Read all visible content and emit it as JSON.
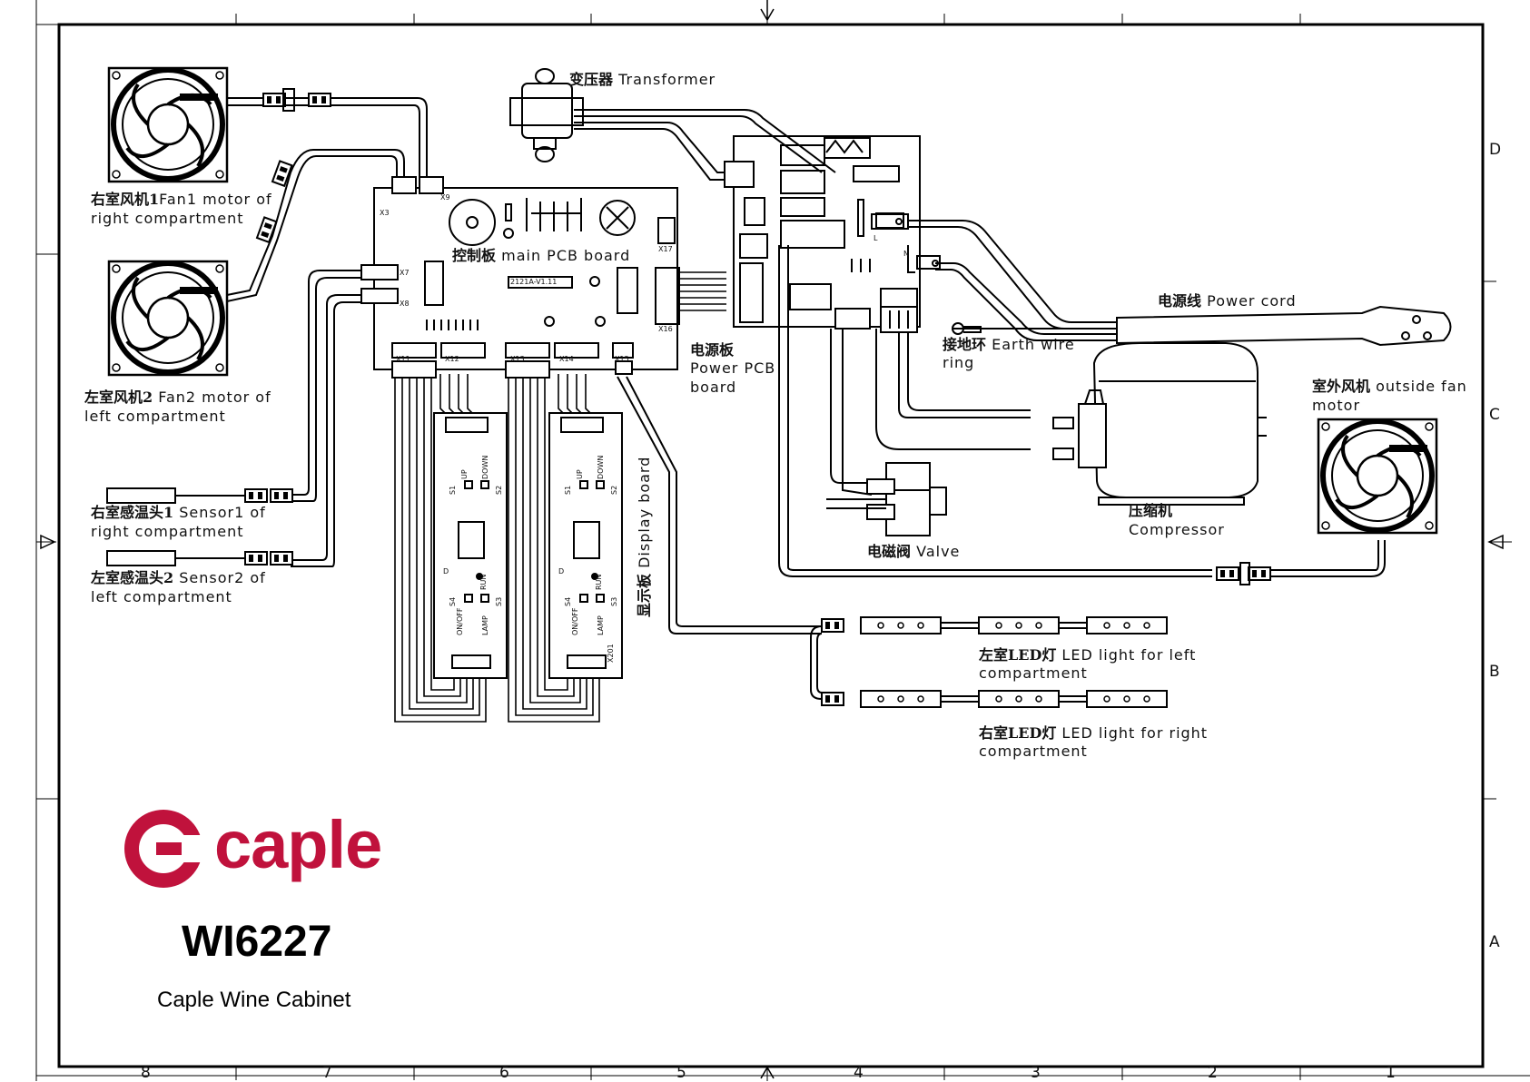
{
  "title_block": {
    "brand": "caple",
    "model": "WI6227",
    "product": "Caple Wine Cabinet",
    "brand_color": "#c0123c"
  },
  "grid": {
    "columns": [
      "8",
      "7",
      "6",
      "5",
      "4",
      "3",
      "2",
      "1"
    ],
    "rows": [
      "D",
      "C",
      "B",
      "A"
    ]
  },
  "components": {
    "transformer": {
      "cn": "变压器",
      "en": "Transformer"
    },
    "fan1": {
      "cn": "右室风机1",
      "en_line1": "Fan1 motor of",
      "en_line2": "right compartment"
    },
    "fan2": {
      "cn": "左室风机2",
      "en_line1": "Fan2 motor of",
      "en_line2": "left compartment"
    },
    "main_pcb": {
      "cn": "控制板",
      "en": "main PCB board",
      "version": "2121A-V1.11"
    },
    "power_pcb": {
      "cn": "电源板",
      "en_line1": "Power PCB",
      "en_line2": "board"
    },
    "power_cord": {
      "cn": "电源线",
      "en": "Power cord"
    },
    "earth": {
      "cn": "接地环",
      "en_line1": "Earth wire",
      "en_line2": "ring"
    },
    "outside_fan": {
      "cn": "室外风机",
      "en_line1": "outside fan",
      "en_line2": "motor"
    },
    "compressor": {
      "cn": "压缩机",
      "en": "Compressor"
    },
    "valve": {
      "cn": "电磁阀",
      "en": "Valve"
    },
    "sensor1": {
      "cn": "右室感温头1",
      "en_line1": "Sensor1 of",
      "en_line2": "right compartment"
    },
    "sensor2": {
      "cn": "左室感温头2",
      "en_line1": "Sensor2 of",
      "en_line2": "left compartment"
    },
    "display_board": {
      "cn": "显示板",
      "en": "Display board"
    },
    "led_left": {
      "cn": "左室LED灯",
      "en_line1": "LED light for left",
      "en_line2": "compartment"
    },
    "led_right": {
      "cn": "右室LED灯",
      "en_line1": "LED light for right",
      "en_line2": "compartment"
    }
  },
  "connectors": {
    "x3": "X3",
    "x9": "X9",
    "x7": "X7",
    "x8": "X8",
    "x17": "X17",
    "x16": "X16",
    "x11": "X11",
    "x12": "X12",
    "x13": "X13",
    "x14": "X14",
    "x15": "X15",
    "x201": "X201",
    "l": "L",
    "n": "N"
  },
  "display_buttons": {
    "up": "UP",
    "down": "DOWN",
    "run": "RUN",
    "on_off": "ON/OFF",
    "lamp": "LAMP",
    "s1": "S1",
    "s2": "S2",
    "s3": "S3",
    "s4": "S4",
    "d": "D"
  }
}
